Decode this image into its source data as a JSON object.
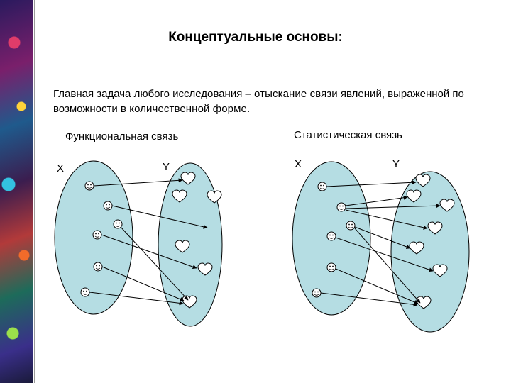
{
  "title": "Концептуальные основы:",
  "intro": {
    "part1": "Главная задача любого исследования – ",
    "highlight1": "отыскание связи",
    "part2": " явлений, выраженной по возможности ",
    "highlight2": "в количественной форме",
    "part3": "."
  },
  "functional": {
    "heading": "Функциональная связь",
    "x_label": "X",
    "y_label": "Y"
  },
  "statistical": {
    "heading": "Статистическая связь",
    "x_label": "X",
    "y_label": "Y"
  },
  "colors": {
    "ellipse_fill": "#b5dde3",
    "stroke": "#000000",
    "background": "#ffffff"
  },
  "icons": {
    "x_element": "smiley-icon",
    "y_element": "heart-icon"
  }
}
